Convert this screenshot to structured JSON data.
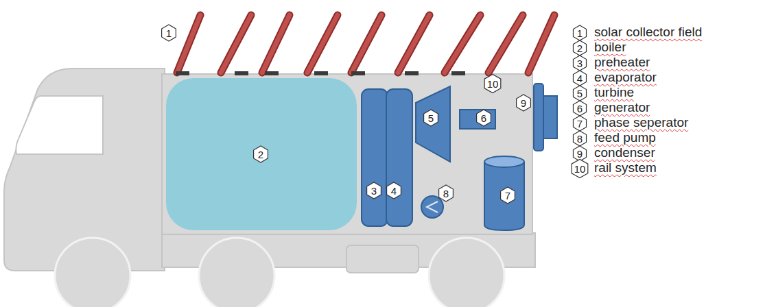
{
  "diagram": {
    "labels": [
      "1",
      "2",
      "3",
      "4",
      "5",
      "6",
      "7",
      "8",
      "9",
      "10",
      "1",
      "2",
      "3",
      "4",
      "5",
      "6",
      "7",
      "8",
      "9",
      "10"
    ],
    "legend": [
      {
        "text": "solar collector field"
      },
      {
        "text": "boiler"
      },
      {
        "text": "preheater"
      },
      {
        "text": "evaporator"
      },
      {
        "text": "turbine"
      },
      {
        "text": "generator"
      },
      {
        "text": "phase seperator"
      },
      {
        "text": "feed pump"
      },
      {
        "text": "condenser"
      },
      {
        "text": "rail system"
      }
    ]
  }
}
